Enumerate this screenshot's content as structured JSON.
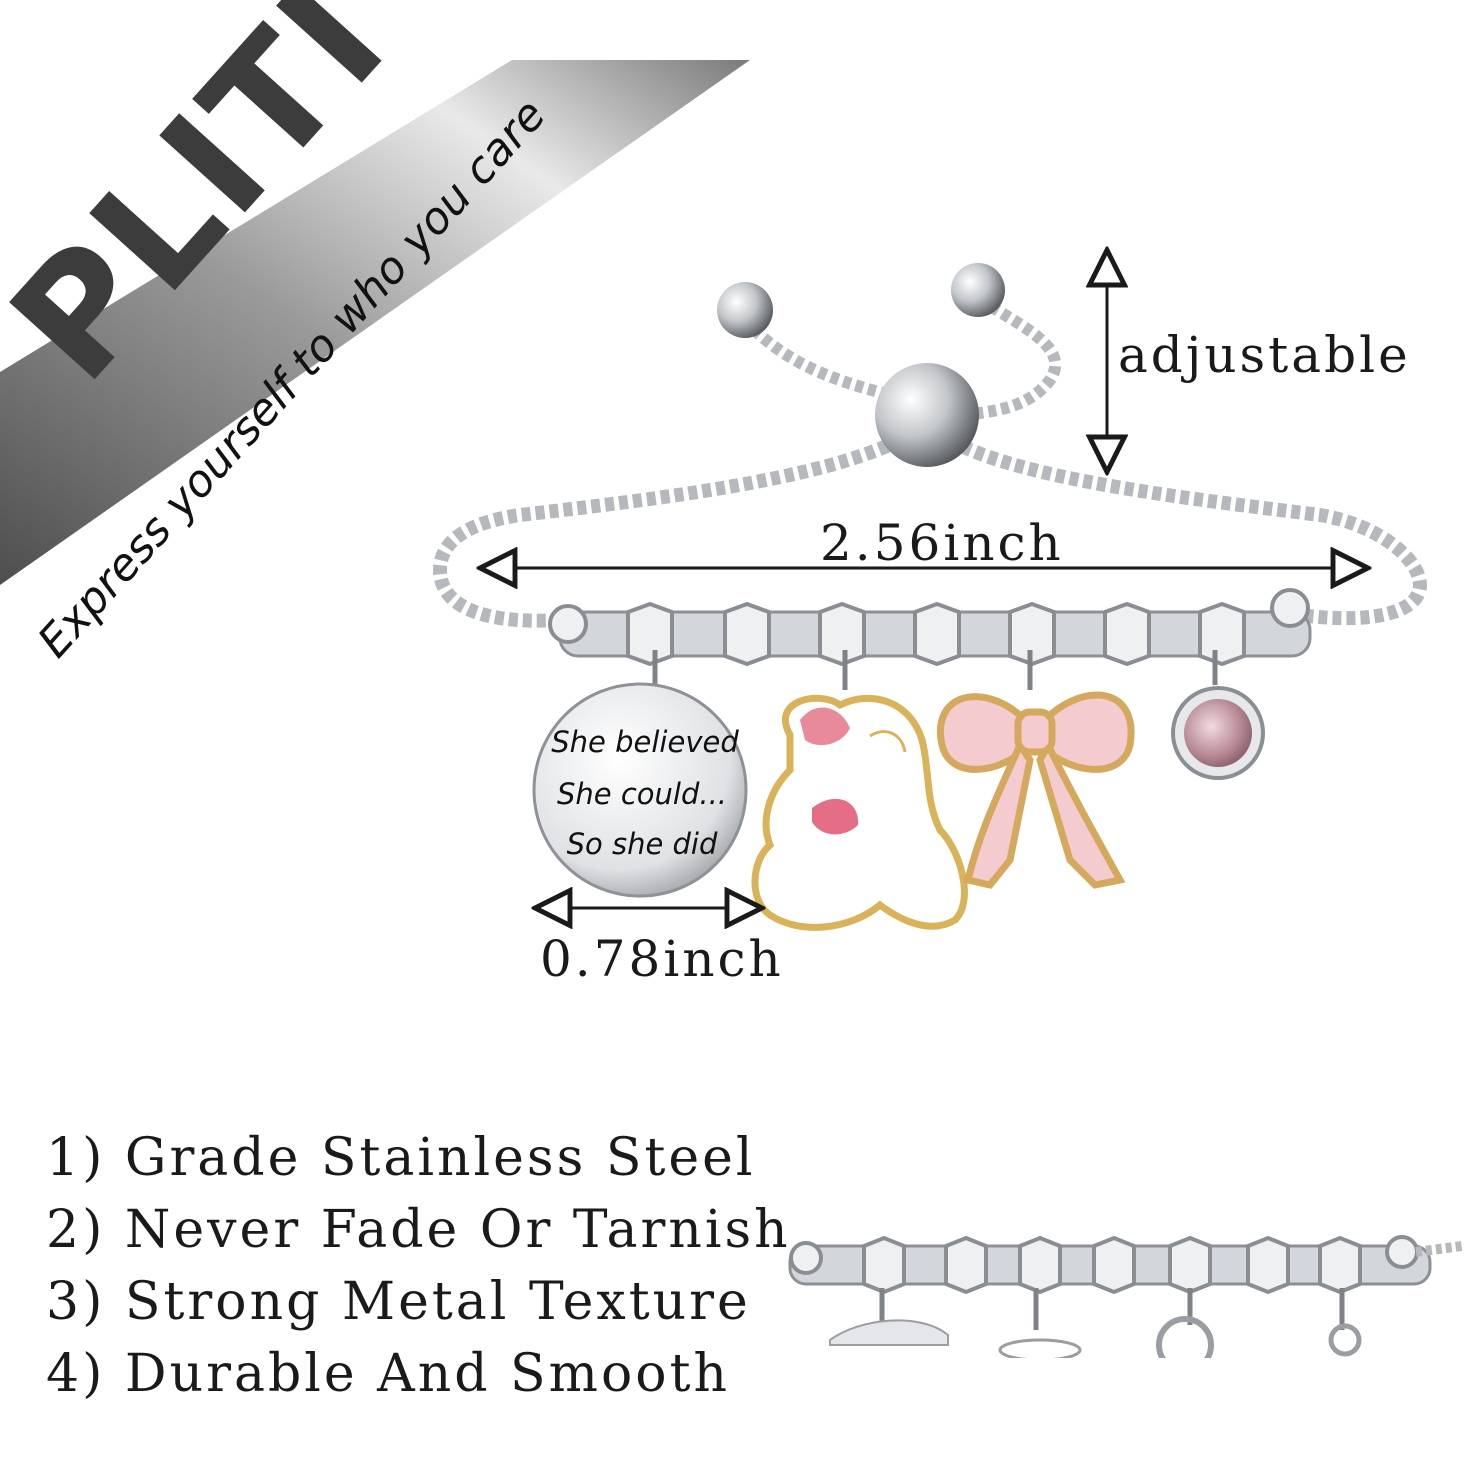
{
  "banner": {
    "brand": "PLITI",
    "slogan": "Express yourself to who you care"
  },
  "product": {
    "charm_text": [
      "She believed",
      "She could...",
      "So she did"
    ],
    "dimensions": {
      "adjustable": "adjustable",
      "chain_length": "2.56inch",
      "charm_diameter": "0.78inch"
    }
  },
  "features": [
    "1) Grade Stainless Steel",
    "2) Never Fade Or Tarnish",
    "3) Strong Metal Texture",
    "4) Durable And Smooth"
  ],
  "colors": {
    "banner_dark": "#6e6e6e",
    "banner_light": "#e2e2e2",
    "silver": "#c9ccd0",
    "pink_bow": "#f2c4c8",
    "gold": "#d9b56a",
    "crystal": "#b88a96",
    "text": "#1a1a1a"
  }
}
